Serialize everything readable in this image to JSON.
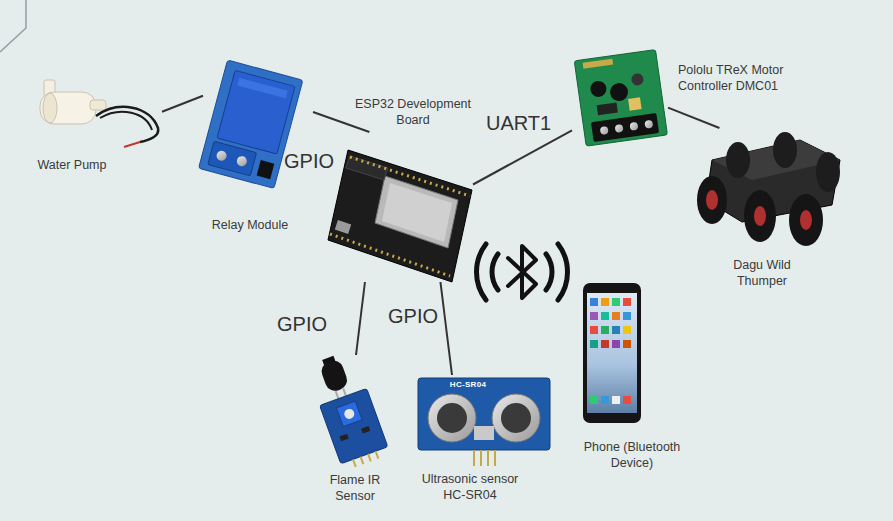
{
  "diagram": {
    "nodes": [
      {
        "text": [
          "Water Pump"
        ]
      },
      {
        "text": [
          "Relay Module"
        ]
      },
      {
        "text": [
          "ESP32 Development Board"
        ]
      },
      {
        "text": [
          "Pololu TReX Motor Controller DMC01"
        ]
      },
      {
        "text": [
          "Dagu Wild Thumper"
        ]
      },
      {
        "text": [
          "Flame IR Sensor"
        ]
      },
      {
        "text": [
          "Ultrasonic sensor HC-SR04"
        ]
      },
      {
        "text": [
          "Phone (Bluetooth Device)"
        ]
      }
    ],
    "edges": [
      {
        "from": 0,
        "to": 1,
        "arrow": "none"
      },
      {
        "from": 1,
        "to": 2,
        "label": "GPIO",
        "arrow": "none"
      },
      {
        "from": 2,
        "to": 3,
        "label": "UART1",
        "arrow": "none"
      },
      {
        "from": 3,
        "to": 4,
        "arrow": "none"
      },
      {
        "from": 2,
        "to": 5,
        "label": "GPIO",
        "arrow": "none"
      },
      {
        "from": 2,
        "to": 6,
        "label": "GPIO",
        "arrow": "none"
      }
    ],
    "labels": [
      "HC-SR04"
    ]
  }
}
